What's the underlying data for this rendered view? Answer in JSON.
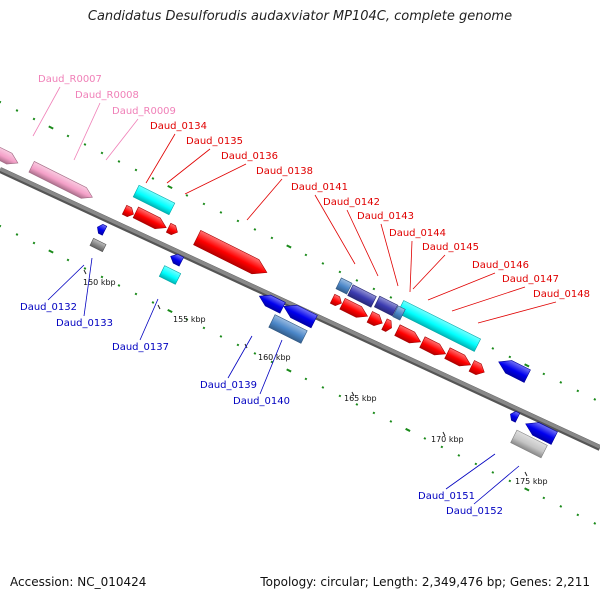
{
  "title": "Candidatus Desulforudis audaxviator MP104C, complete genome",
  "footer": {
    "accession": "Accession: NC_010424",
    "summary": "Topology: circular; Length: 2,349,476 bp; Genes: 2,211"
  },
  "colors": {
    "rna_gene": "#f4a0c8",
    "forward_cds": "#ff0000",
    "reverse_cds": "#0000ee",
    "cyan": "#00ffff",
    "navy_blue": "#3b3bb0",
    "steel_blue": "#4a86c8",
    "gray": "#888888",
    "silver": "#c4c4c4",
    "backbone": "#888888",
    "gc_marks": "#1a8a1a",
    "label_pink": "#f080b8",
    "label_red": "#e00000",
    "label_blue": "#0000c0"
  },
  "ticks": [
    "150 kbp",
    "155 kbp",
    "160 kbp",
    "165 kbp",
    "170 kbp",
    "175 kbp"
  ],
  "genes": [
    "Daud_R0007",
    "Daud_R0008",
    "Daud_R0009",
    "Daud_0134",
    "Daud_0135",
    "Daud_0136",
    "Daud_0138",
    "Daud_0141",
    "Daud_0142",
    "Daud_0143",
    "Daud_0144",
    "Daud_0145",
    "Daud_0146",
    "Daud_0147",
    "Daud_0148",
    "Daud_0132",
    "Daud_0133",
    "Daud_0137",
    "Daud_0139",
    "Daud_0140",
    "Daud_0151",
    "Daud_0152"
  ]
}
